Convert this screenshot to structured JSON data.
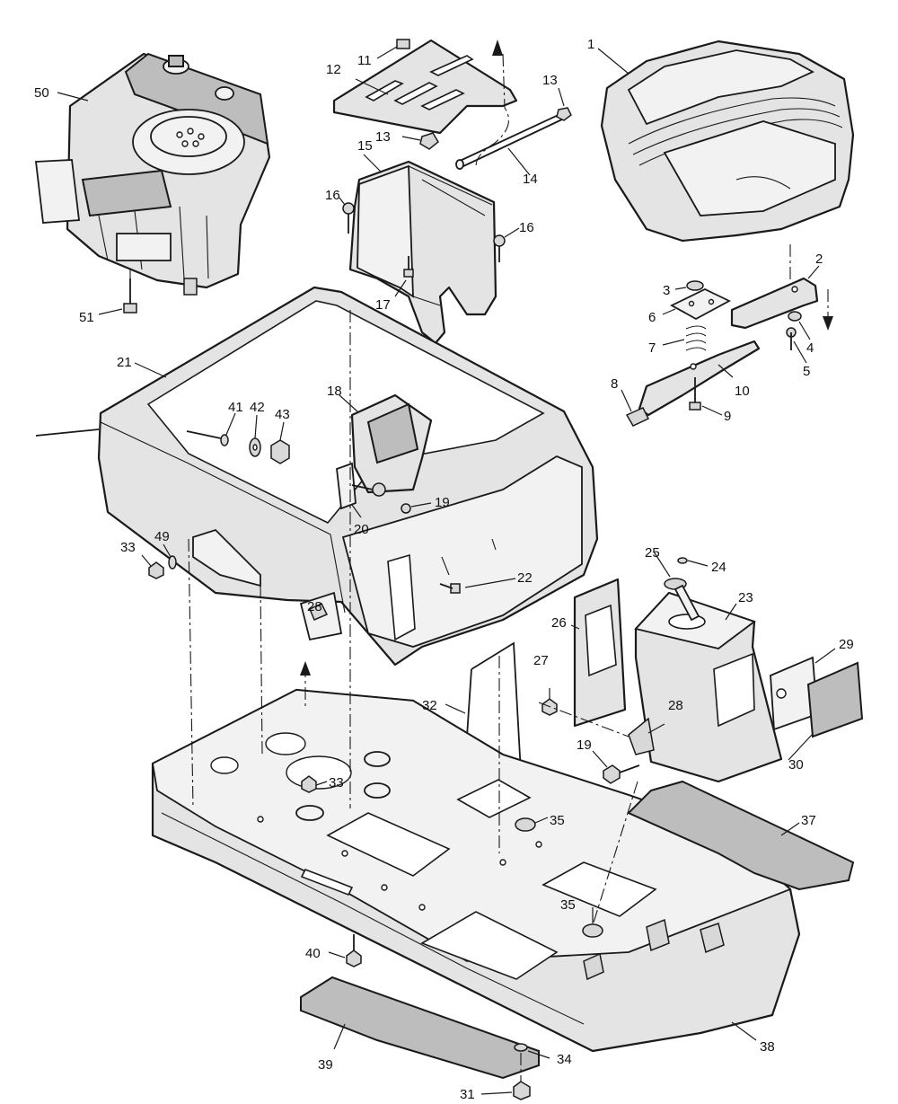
{
  "callouts": {
    "c1": "1",
    "c2": "2",
    "c3": "3",
    "c4": "4",
    "c5": "5",
    "c6": "6",
    "c7": "7",
    "c8": "8",
    "c9": "9",
    "c10": "10",
    "c11": "11",
    "c12": "12",
    "c13a": "13",
    "c13b": "13",
    "c14": "14",
    "c15": "15",
    "c16a": "16",
    "c16b": "16",
    "c17": "17",
    "c18": "18",
    "c19a": "19",
    "c19b": "19",
    "c20": "20",
    "c21": "21",
    "c22": "22",
    "c23": "23",
    "c24": "24",
    "c25": "25",
    "c26": "26",
    "c27": "27",
    "c28a": "28",
    "c28b": "28",
    "c29": "29",
    "c30": "30",
    "c31": "31",
    "c32": "32",
    "c33a": "33",
    "c33b": "33",
    "c34": "34",
    "c35a": "35",
    "c35b": "35",
    "c37": "37",
    "c38": "38",
    "c39": "39",
    "c40": "40",
    "c41": "41",
    "c42": "42",
    "c43": "43",
    "c49": "49",
    "c50": "50",
    "c51": "51"
  }
}
